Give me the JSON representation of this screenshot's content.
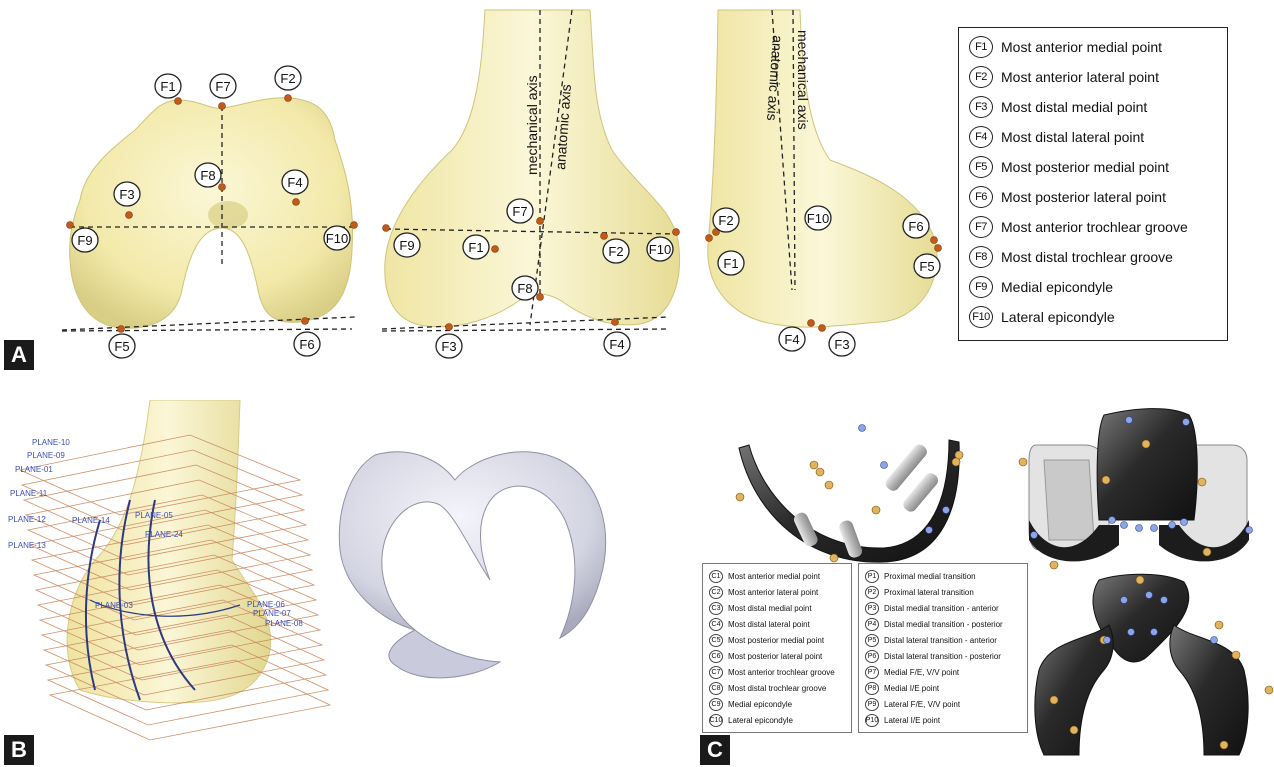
{
  "panels": {
    "a": "A",
    "b": "B",
    "c": "C"
  },
  "panel_a": {
    "axis_labels": {
      "mechanical": "mechanical axis",
      "anatomic": "anatomic axis"
    },
    "view1_points": [
      "F1",
      "F7",
      "F2",
      "F8",
      "F3",
      "F4",
      "F9",
      "F10",
      "F5",
      "F6"
    ],
    "view2_points": [
      "F7",
      "F9",
      "F1",
      "F2",
      "F10",
      "F8",
      "F3",
      "F4"
    ],
    "view3_points": [
      "F2",
      "F10",
      "F6",
      "F1",
      "F5",
      "F4",
      "F3"
    ],
    "legend": [
      {
        "code": "F1",
        "label": "Most anterior medial point"
      },
      {
        "code": "F2",
        "label": "Most anterior lateral point"
      },
      {
        "code": "F3",
        "label": "Most distal medial point"
      },
      {
        "code": "F4",
        "label": "Most distal lateral point"
      },
      {
        "code": "F5",
        "label": "Most posterior medial point"
      },
      {
        "code": "F6",
        "label": "Most posterior lateral point"
      },
      {
        "code": "F7",
        "label": "Most anterior trochlear groove"
      },
      {
        "code": "F8",
        "label": "Most distal trochlear groove"
      },
      {
        "code": "F9",
        "label": "Medial epicondyle"
      },
      {
        "code": "F10",
        "label": "Lateral epicondyle"
      }
    ]
  },
  "panel_b": {
    "planes": [
      "PLANE-10",
      "PLANE-09",
      "PLANE-01",
      "PLANE-11",
      "PLANE-12",
      "PLANE-14",
      "PLANE-13",
      "PLANE-05",
      "PLANE-24",
      "PLANE-03",
      "PLANE-06",
      "PLANE-07",
      "PLANE-08"
    ]
  },
  "panel_c": {
    "legend_c": [
      {
        "code": "C1",
        "label": "Most anterior medial point"
      },
      {
        "code": "C2",
        "label": "Most anterior lateral point"
      },
      {
        "code": "C3",
        "label": "Most distal medial point"
      },
      {
        "code": "C4",
        "label": "Most distal lateral point"
      },
      {
        "code": "C5",
        "label": "Most posterior medial point"
      },
      {
        "code": "C6",
        "label": "Most posterior lateral point"
      },
      {
        "code": "C7",
        "label": "Most anterior trochlear groove"
      },
      {
        "code": "C8",
        "label": "Most distal trochlear groove"
      },
      {
        "code": "C9",
        "label": "Medial epicondyle"
      },
      {
        "code": "C10",
        "label": "Lateral epicondyle"
      }
    ],
    "legend_p": [
      {
        "code": "P1",
        "label": "Proximal medial transition"
      },
      {
        "code": "P2",
        "label": "Proximal lateral transition"
      },
      {
        "code": "P3",
        "label": "Distal medial transition - anterior"
      },
      {
        "code": "P4",
        "label": "Distal medial transition - posterior"
      },
      {
        "code": "P5",
        "label": "Distal lateral transition - anterior"
      },
      {
        "code": "P6",
        "label": "Distal lateral transition - posterior"
      },
      {
        "code": "P7",
        "label": "Medial F/E, V/V point"
      },
      {
        "code": "P8",
        "label": "Medial I/E point"
      },
      {
        "code": "P9",
        "label": "Lateral F/E, V/V point"
      },
      {
        "code": "P10",
        "label": "Lateral I/E point"
      }
    ]
  },
  "colors": {
    "bone": "#f6efb4",
    "bone_shade": "#d9cf84",
    "landmark": "#c25a18",
    "implant": "#3a3a3a",
    "plane_line": "#c9855a",
    "plane_label": "#3c4fb8",
    "curve": "#2e3a80",
    "insert": "#d8d9e6"
  }
}
